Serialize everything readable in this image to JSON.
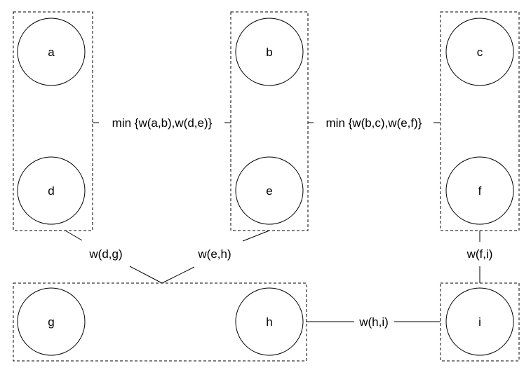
{
  "nodes": {
    "a": "a",
    "b": "b",
    "c": "c",
    "d": "d",
    "e": "e",
    "f": "f",
    "g": "g",
    "h": "h",
    "i": "i"
  },
  "edges": {
    "ad_be": "min {w(a,b),w(d,e)}",
    "be_cf": "min {w(b,c),w(e,f)}",
    "dg": "w(d,g)",
    "eh": "w(e,h)",
    "fi": "w(f,i)",
    "hi": "w(h,i)"
  }
}
